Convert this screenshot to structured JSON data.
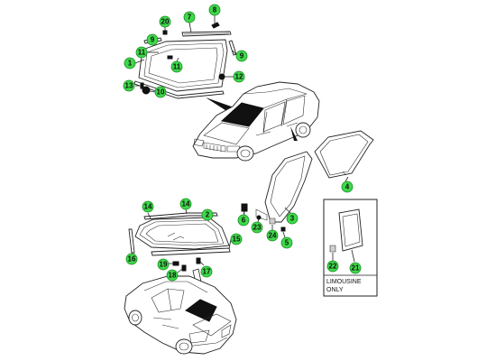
{
  "callouts": [
    {
      "id": "c20",
      "label": "20"
    },
    {
      "id": "c7",
      "label": "7"
    },
    {
      "id": "c8",
      "label": "8"
    },
    {
      "id": "c9a",
      "label": "9"
    },
    {
      "id": "c11a",
      "label": "11"
    },
    {
      "id": "c9b",
      "label": "9"
    },
    {
      "id": "c1",
      "label": "1"
    },
    {
      "id": "c11b",
      "label": "11"
    },
    {
      "id": "c12",
      "label": "12"
    },
    {
      "id": "c13",
      "label": "13"
    },
    {
      "id": "c10",
      "label": "10"
    },
    {
      "id": "c4",
      "label": "4"
    },
    {
      "id": "c14a",
      "label": "14"
    },
    {
      "id": "c14b",
      "label": "14"
    },
    {
      "id": "c2",
      "label": "2"
    },
    {
      "id": "c6",
      "label": "6"
    },
    {
      "id": "c3",
      "label": "3"
    },
    {
      "id": "c23",
      "label": "23"
    },
    {
      "id": "c15",
      "label": "15"
    },
    {
      "id": "c24",
      "label": "24"
    },
    {
      "id": "c5",
      "label": "5"
    },
    {
      "id": "c16",
      "label": "16"
    },
    {
      "id": "c19",
      "label": "19"
    },
    {
      "id": "c18",
      "label": "18"
    },
    {
      "id": "c17",
      "label": "17"
    },
    {
      "id": "c22",
      "label": "22"
    },
    {
      "id": "c21",
      "label": "21"
    }
  ],
  "note": {
    "line1": "LIMOUSINE",
    "line2": "ONLY"
  }
}
